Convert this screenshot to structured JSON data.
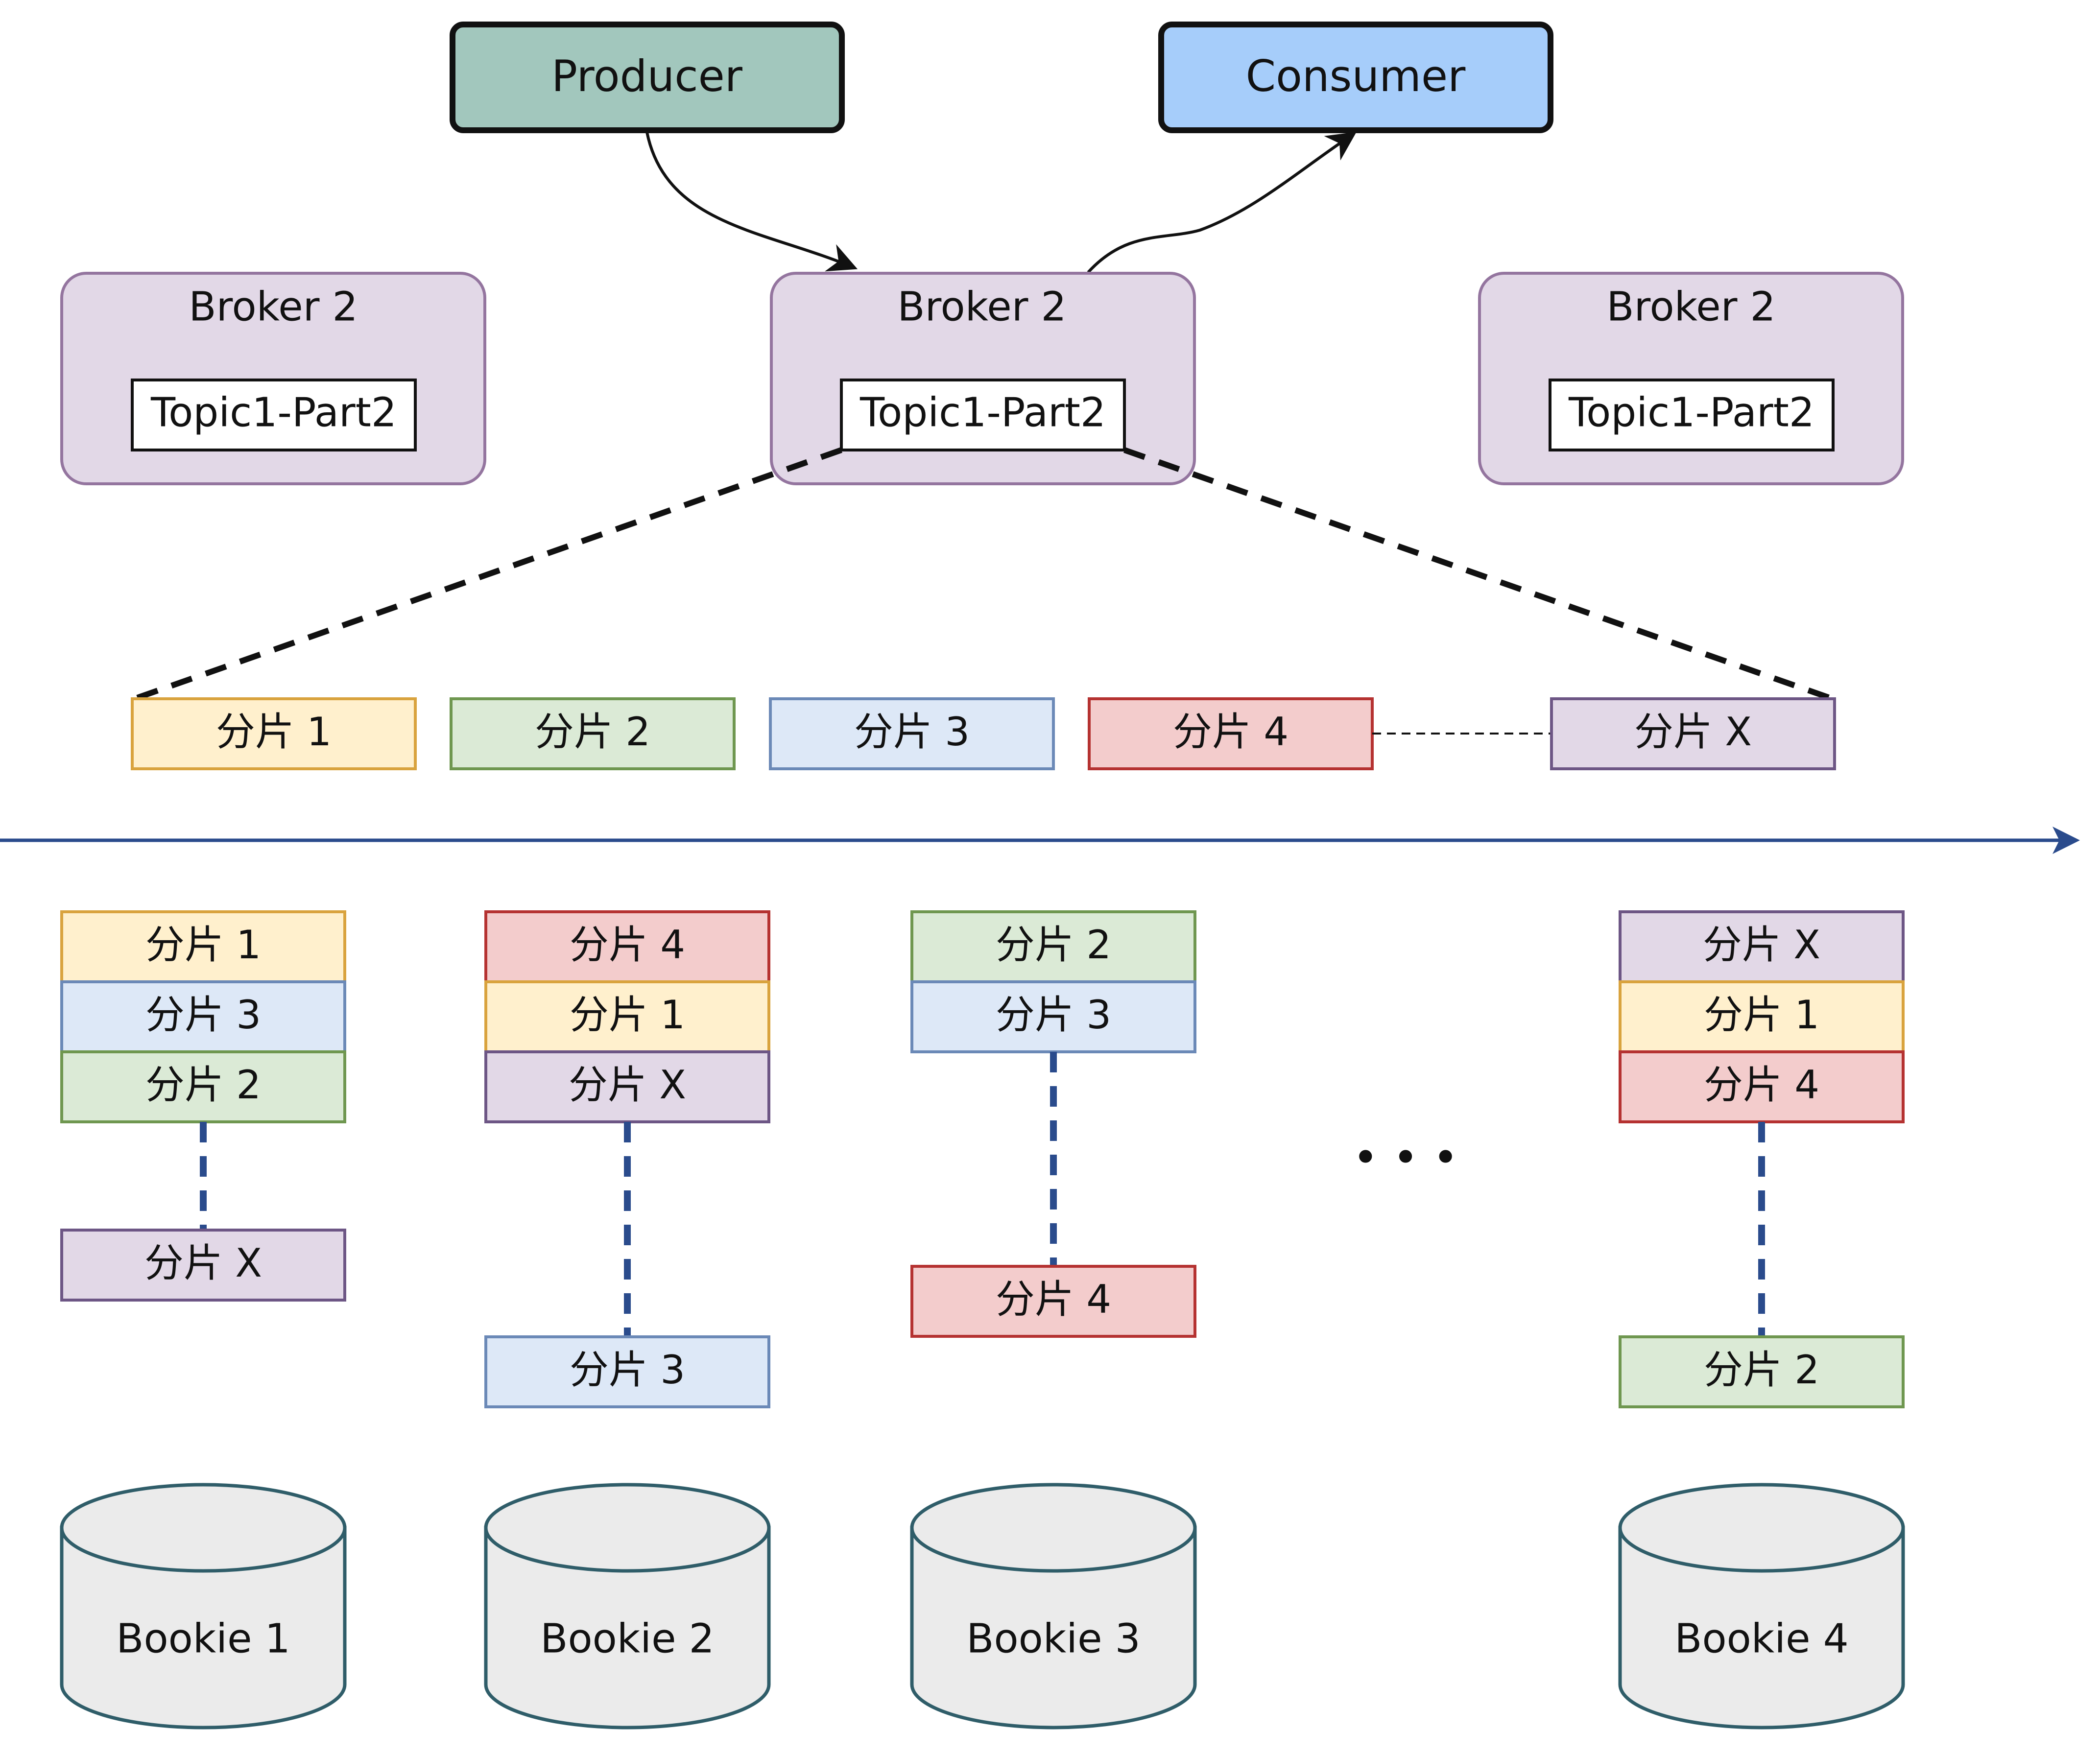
{
  "colors": {
    "producer_fill": "#a2c7bd",
    "consumer_fill": "#a6cdfa",
    "broker_fill": "#e2d8e7",
    "broker_stroke": "#94759f",
    "timeline": "#2a4b8c",
    "connector_blue": "#2a4b8c",
    "bookie_fill": "#ebebeb",
    "bookie_stroke": "#2f5d69",
    "seg_1_fill": "#fff0cd",
    "seg_1_stroke": "#d9a33e",
    "seg_2_fill": "#dbead6",
    "seg_2_stroke": "#6f9750",
    "seg_3_fill": "#dde8f7",
    "seg_3_stroke": "#6b89b7",
    "seg_4_fill": "#f3cccc",
    "seg_4_stroke": "#b53231",
    "seg_X_fill": "#e2d8e7",
    "seg_X_stroke": "#6d5685"
  },
  "producer": {
    "label": "Producer"
  },
  "consumer": {
    "label": "Consumer"
  },
  "brokers": [
    {
      "label": "Broker 2",
      "topic": "Topic1-Part2"
    },
    {
      "label": "Broker 2",
      "topic": "Topic1-Part2"
    },
    {
      "label": "Broker 2",
      "topic": "Topic1-Part2"
    }
  ],
  "segments_row": [
    {
      "label": "分片 1",
      "kind": "1"
    },
    {
      "label": "分片 2",
      "kind": "2"
    },
    {
      "label": "分片 3",
      "kind": "3"
    },
    {
      "label": "分片 4",
      "kind": "4"
    },
    {
      "label": "分片 X",
      "kind": "X"
    }
  ],
  "bookies": [
    {
      "label": "Bookie 1",
      "stack": [
        {
          "label": "分片 1",
          "kind": "1"
        },
        {
          "label": "分片 3",
          "kind": "3"
        },
        {
          "label": "分片 2",
          "kind": "2"
        }
      ],
      "tail": {
        "label": "分片 X",
        "kind": "X"
      }
    },
    {
      "label": "Bookie 2",
      "stack": [
        {
          "label": "分片 4",
          "kind": "4"
        },
        {
          "label": "分片 1",
          "kind": "1"
        },
        {
          "label": "分片 X",
          "kind": "X"
        }
      ],
      "tail": {
        "label": "分片 3",
        "kind": "3"
      }
    },
    {
      "label": "Bookie 3",
      "stack": [
        {
          "label": "分片 2",
          "kind": "2"
        },
        {
          "label": "分片 3",
          "kind": "3"
        }
      ],
      "tail": {
        "label": "分片 4",
        "kind": "4"
      }
    },
    {
      "label": "Bookie 4",
      "stack": [
        {
          "label": "分片 X",
          "kind": "X"
        },
        {
          "label": "分片 1",
          "kind": "1"
        },
        {
          "label": "分片 4",
          "kind": "4"
        }
      ],
      "tail": {
        "label": "分片 2",
        "kind": "2"
      }
    }
  ],
  "ellipsis": "• • •"
}
